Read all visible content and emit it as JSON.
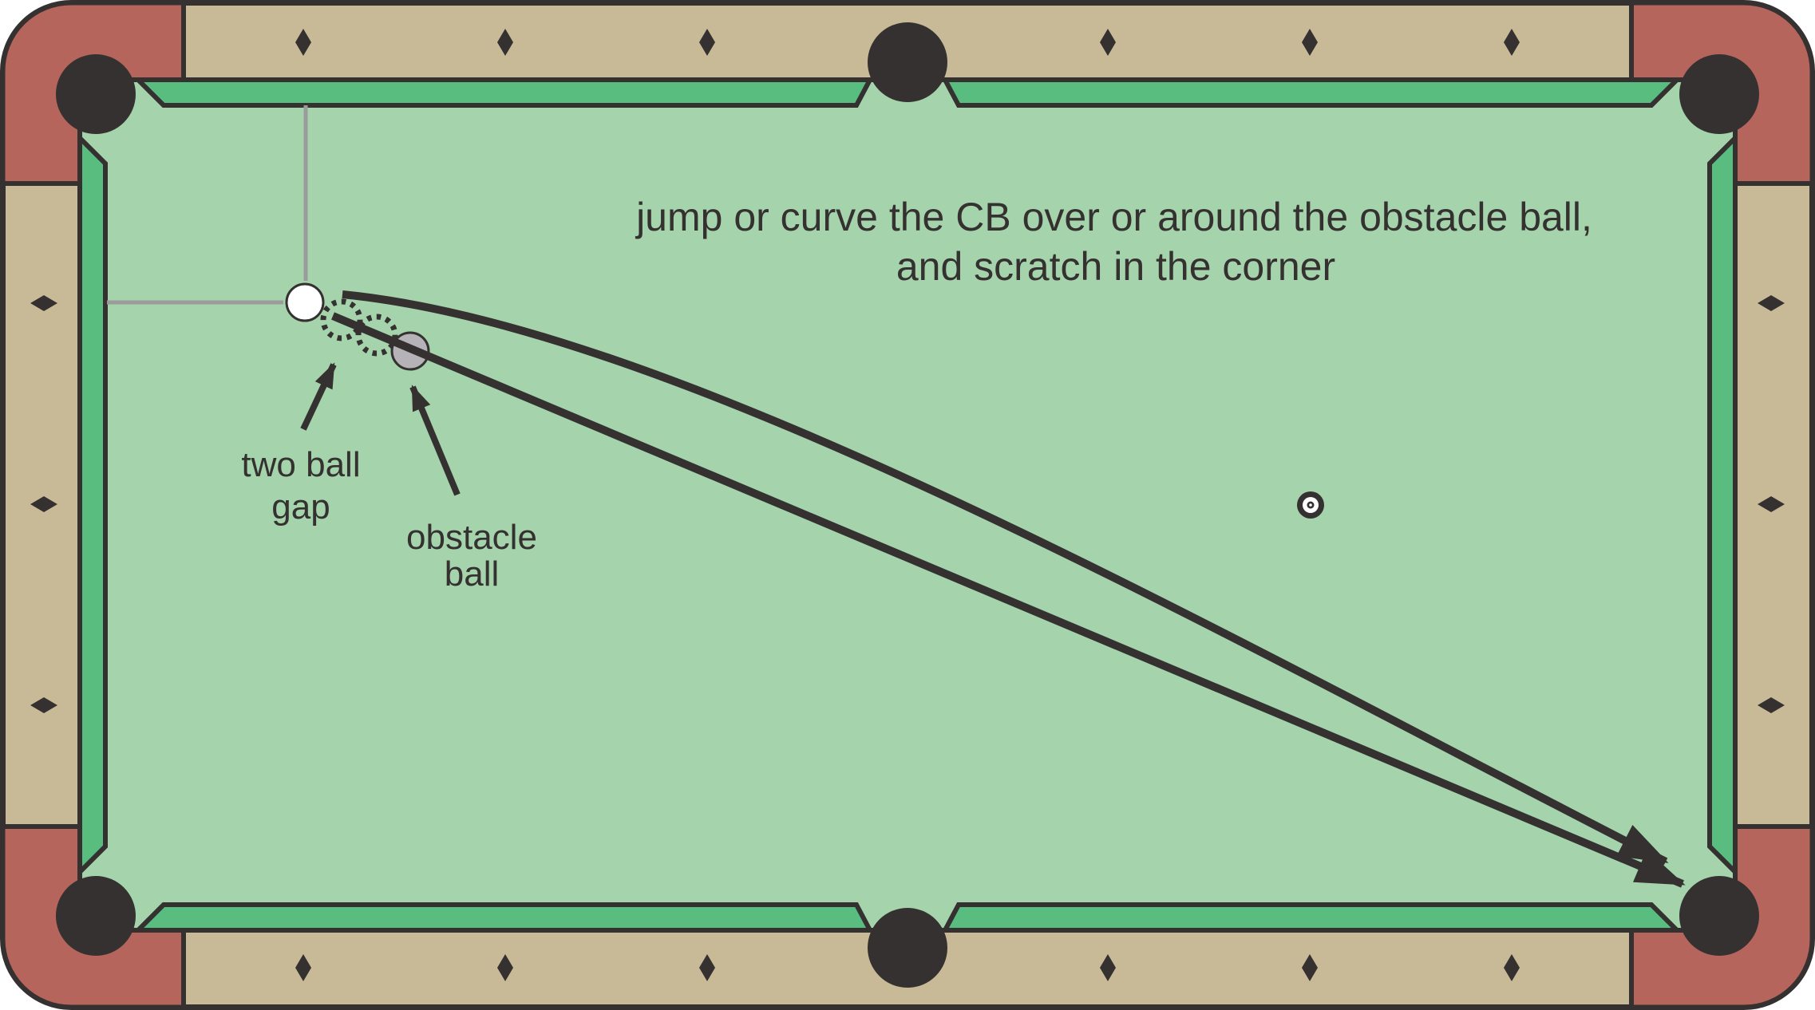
{
  "title": {
    "line1": "jump or curve the CB over or around the obstacle ball,",
    "line2": "and scratch in the corner"
  },
  "annotations": {
    "two_ball_gap": {
      "line1": "two ball",
      "line2": "gap"
    },
    "obstacle_ball": {
      "line1": "obstacle",
      "line2": "ball"
    }
  },
  "colors": {
    "background": "#ffffff",
    "rail": "#c9ba97",
    "corner": "#b5655c",
    "cushion": "#5abd80",
    "felt": "#a5d4ac",
    "outline": "#343130",
    "text": "#343130",
    "cue_ball": "#ffffff",
    "obstacle_ball": "#b5b3b8",
    "guide_line": "#9b9b9b",
    "spot_inner": "#ffffff"
  }
}
